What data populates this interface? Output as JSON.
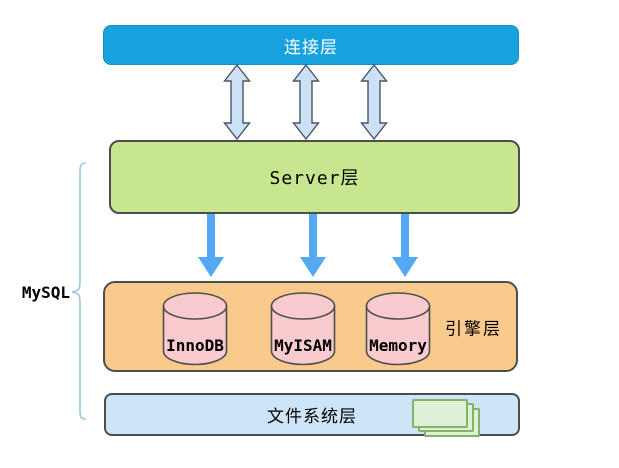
{
  "labels": {
    "mysql": "MySQL",
    "connection_layer": "连接层",
    "server_layer": "Server层",
    "engine_layer": "引擎层",
    "filesystem_layer": "文件系统层"
  },
  "engines": [
    {
      "label": "InnoDB"
    },
    {
      "label": "MyISAM"
    },
    {
      "label": "Memory"
    }
  ],
  "colors": {
    "connection_fill": "#18A2DD",
    "server_fill": "#C8E590",
    "engine_fill": "#F9CA8C",
    "filesystem_fill": "#CDE5F8",
    "cylinder_fill": "#F9CACE",
    "box_border": "#4D4D4D",
    "double_arrow_fill": "#CCE1F5",
    "double_arrow_border": "#4A5565",
    "solid_arrow": "#55A9F2",
    "brace": "#9CC5EA",
    "stack_icon_fill": "#DFF0D9",
    "stack_icon_border": "#82B366"
  }
}
